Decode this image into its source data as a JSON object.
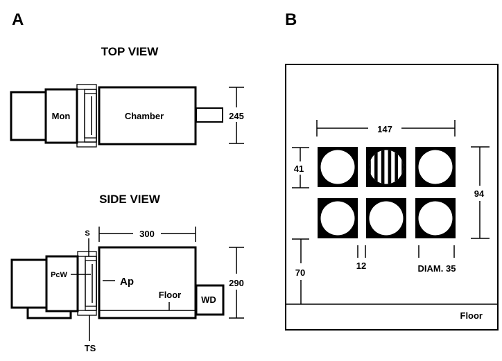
{
  "panels": {
    "a": {
      "label": "A",
      "top_view": {
        "title": "TOP VIEW",
        "monitor_label": "Mon",
        "chamber_label": "Chamber",
        "height_dim": "245"
      },
      "side_view": {
        "title": "SIDE VIEW",
        "shutter_label": "S",
        "pc_window_label": "PcW",
        "aperture_label": "Ap",
        "floor_label": "Floor",
        "water_dispenser_label": "WD",
        "translation_stage_label": "TS",
        "length_dim": "300",
        "height_dim": "290"
      }
    },
    "b": {
      "label": "B",
      "width_dim": "147",
      "square_dim": "41",
      "grid_height_dim": "94",
      "floor_offset_dim": "70",
      "gap_dim": "12",
      "diameter_dim": "DIAM. 35",
      "floor_label": "Floor",
      "apertures": [
        {
          "row": 1,
          "col": 1,
          "pattern": "blank"
        },
        {
          "row": 1,
          "col": 2,
          "pattern": "grating"
        },
        {
          "row": 1,
          "col": 3,
          "pattern": "blank"
        },
        {
          "row": 2,
          "col": 1,
          "pattern": "blank"
        },
        {
          "row": 2,
          "col": 2,
          "pattern": "blank"
        },
        {
          "row": 2,
          "col": 3,
          "pattern": "blank"
        }
      ]
    }
  }
}
